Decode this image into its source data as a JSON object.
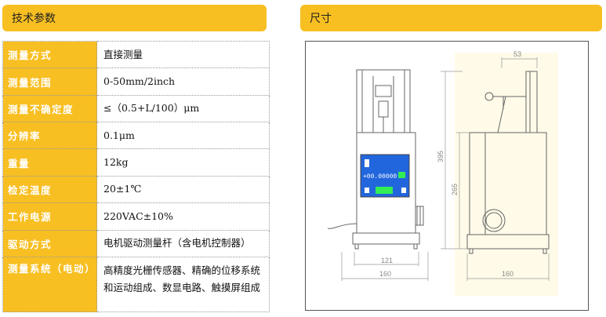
{
  "tech_header": "技术参数",
  "size_header": "尺寸",
  "specs": [
    {
      "label": "测量方式",
      "value": "直接测量"
    },
    {
      "label": "测量范围",
      "value": "0-50mm/2inch"
    },
    {
      "label": "测量不确定度",
      "value": "≤（0.5+L/100）μm"
    },
    {
      "label": "分辨率",
      "value": "0.1μm"
    },
    {
      "label": "重量",
      "value": "12kg"
    },
    {
      "label": "检定温度",
      "value": "20±1℃"
    },
    {
      "label": "工作电源",
      "value": "220VAC±10%"
    },
    {
      "label": "驱动方式",
      "value": "电机驱动测量杆（含电机控制器）"
    },
    {
      "label": "测量系统（电动）",
      "value": "高精度光栅传感器、精确的位移系统和运动组成、数显电路、触摸屏组成"
    }
  ],
  "drawing": {
    "front": {
      "width_121": "121",
      "width_160": "160",
      "screen_text": "+00.00000"
    },
    "side": {
      "dim_53": "53",
      "dim_395": "395",
      "dim_265": "265",
      "dim_160": "160"
    },
    "colors": {
      "screen": "#2266dd",
      "button_green": "#33ee55",
      "cream": "#fffbe8"
    }
  }
}
